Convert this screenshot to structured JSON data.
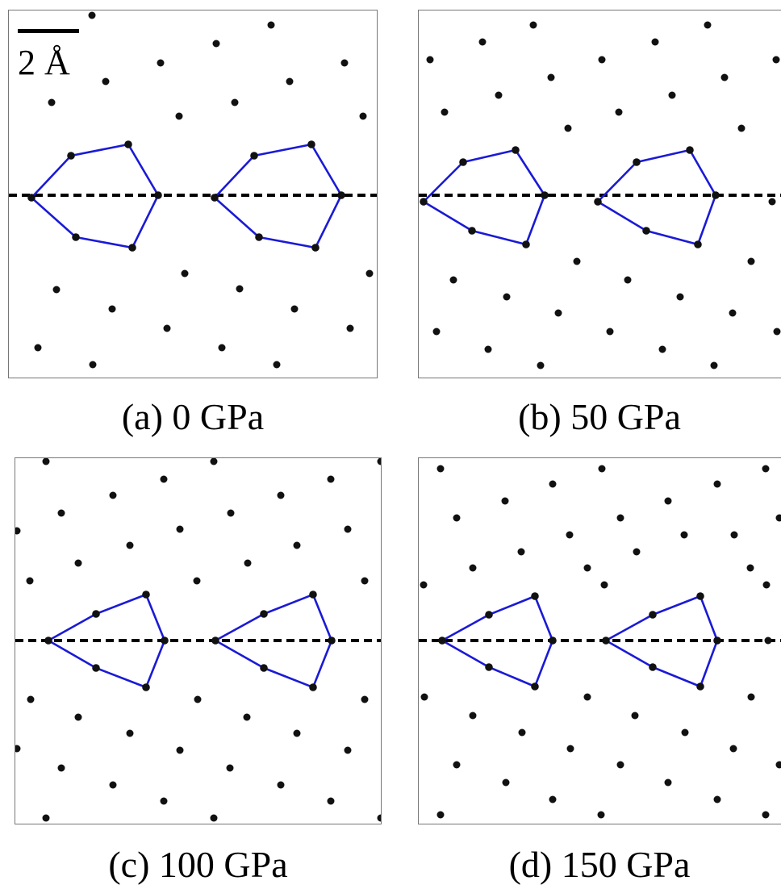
{
  "scale_bar": {
    "label": "2 Å"
  },
  "colors": {
    "atom": "#111111",
    "ring": "#1a1ad6",
    "dashed_line": "#000000",
    "frame": "#777777"
  },
  "panels": [
    {
      "id": "a",
      "caption": "(a) 0 GPa"
    },
    {
      "id": "b",
      "caption": "(b) 50 GPa"
    },
    {
      "id": "c",
      "caption": "(c) 100 GPa"
    },
    {
      "id": "d",
      "caption": "(d) 150 GPa"
    }
  ]
}
